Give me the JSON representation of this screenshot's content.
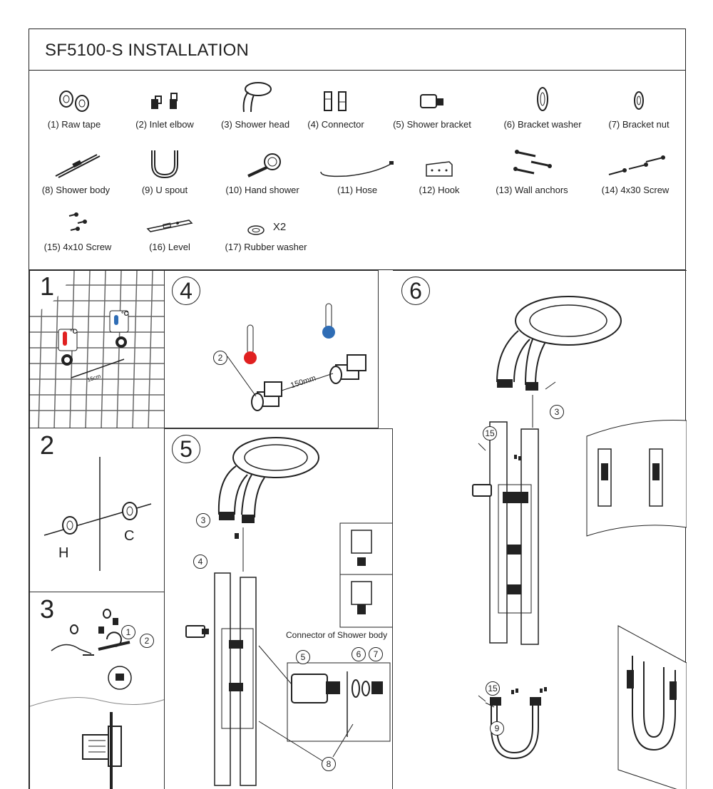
{
  "title": "SF5100-S INSTALLATION",
  "parts": [
    {
      "label": "(1) Raw tape",
      "icon": "raw-tape-icon"
    },
    {
      "label": "(2) Inlet elbow",
      "icon": "inlet-elbow-icon"
    },
    {
      "label": "(3) Shower head",
      "icon": "shower-head-icon"
    },
    {
      "label": "(4) Connector",
      "icon": "connector-icon"
    },
    {
      "label": "(5) Shower bracket",
      "icon": "shower-bracket-icon"
    },
    {
      "label": "(6) Bracket washer",
      "icon": "bracket-washer-icon"
    },
    {
      "label": "(7) Bracket nut",
      "icon": "bracket-nut-icon"
    },
    {
      "label": "(8) Shower body",
      "icon": "shower-body-icon"
    },
    {
      "label": "(9) U spout",
      "icon": "u-spout-icon"
    },
    {
      "label": "(10) Hand shower",
      "icon": "hand-shower-icon"
    },
    {
      "label": "(11) Hose",
      "icon": "hose-icon"
    },
    {
      "label": "(12) Hook",
      "icon": "hook-icon"
    },
    {
      "label": "(13) Wall anchors",
      "icon": "wall-anchors-icon"
    },
    {
      "label": "(14) 4x30 Screw",
      "icon": "screw-icon"
    },
    {
      "label": "(15) 4x10 Screw",
      "icon": "screw-icon"
    },
    {
      "label": "(16) Level",
      "icon": "level-icon"
    },
    {
      "label": "(17) Rubber washer",
      "icon": "rubber-washer-icon"
    }
  ],
  "rubber_washer_qty": "X2",
  "steps": {
    "s1": {
      "num": "1",
      "temp_unit_hot": "°C",
      "temp_unit_cold": "°C",
      "dimension": "15cm"
    },
    "s2": {
      "num": "2",
      "hot_label": "H",
      "cold_label": "C"
    },
    "s3": {
      "num": "3",
      "callouts": [
        "1",
        "2"
      ]
    },
    "s4": {
      "num": "4",
      "callout": "2",
      "dimension": "150mm"
    },
    "s5": {
      "num": "5",
      "callouts": [
        "3",
        "4",
        "5",
        "6",
        "7",
        "8"
      ],
      "connector_label": "Connector of Shower body"
    },
    "s6": {
      "num": "6",
      "callouts": [
        "3",
        "15",
        "15",
        "9"
      ]
    }
  },
  "colors": {
    "hot": "#e02020",
    "cold": "#2f6db5",
    "line": "#222222"
  }
}
